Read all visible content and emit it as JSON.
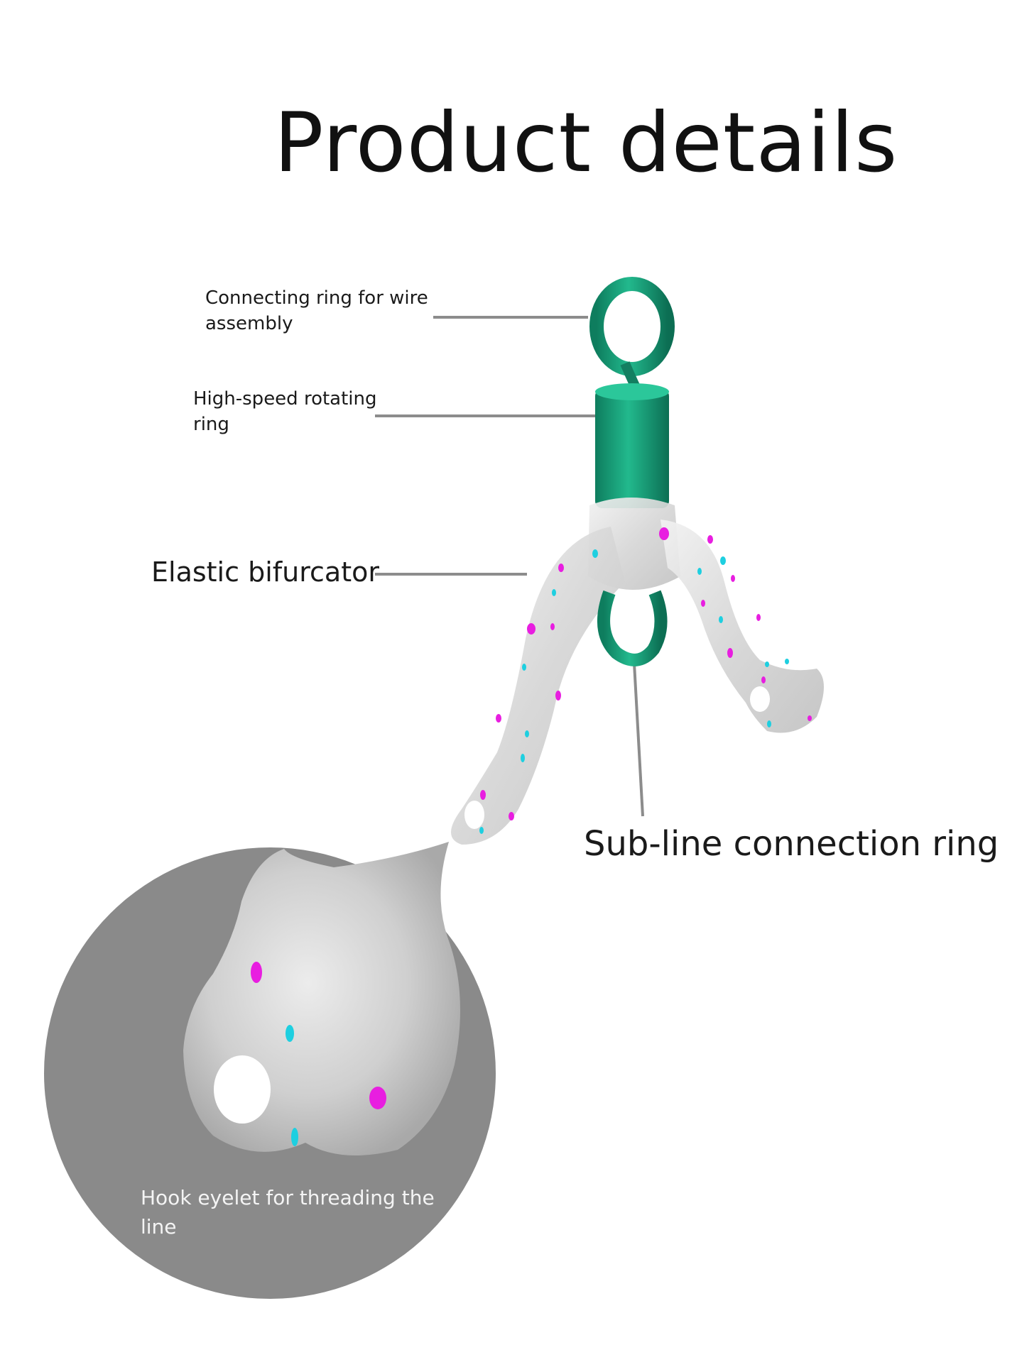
{
  "page": {
    "title": "Product details"
  },
  "callouts": {
    "wire_ring": "Connecting ring for wire assembly",
    "rotating_ring": "High-speed rotating ring",
    "bifurcator": "Elastic bifurcator",
    "subline_ring": "Sub-line connection ring",
    "hook_eyelet": "Hook eyelet for threading the line"
  },
  "colors": {
    "swivel_green": "#1aa37e",
    "bifurcator_frost": "#dcdcdc",
    "zoom_circle": "#8a8a8a",
    "dot_magenta": "#e81ee0",
    "dot_cyan": "#1ecfe0",
    "leader_line": "#8c8c8c"
  }
}
